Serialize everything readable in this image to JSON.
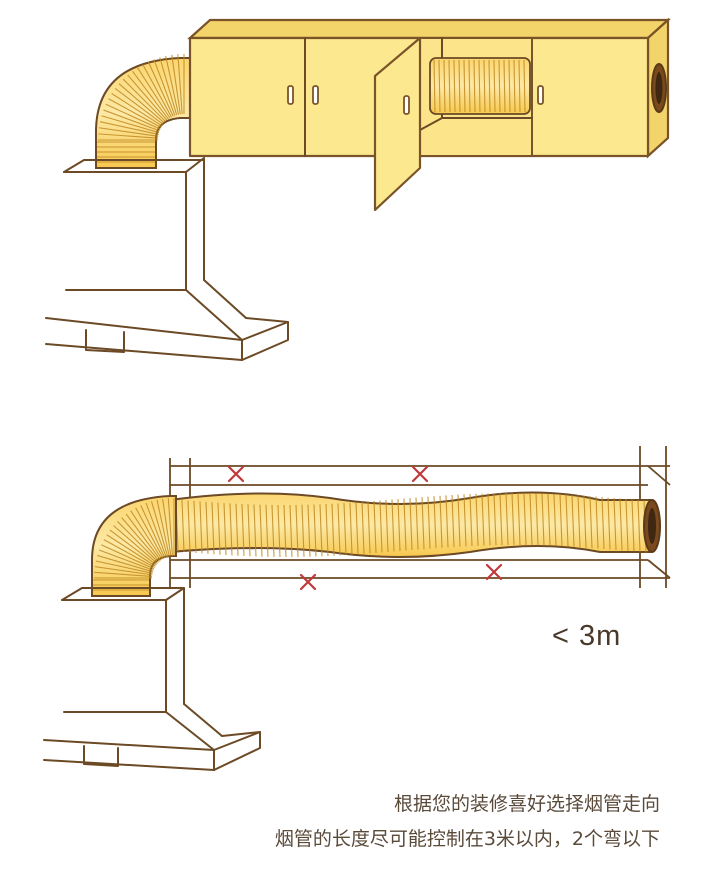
{
  "diagram": {
    "top_scene": {
      "description_label": ""
    },
    "bottom_scene": {
      "length_limit_label": "< 3m",
      "forbidden_marks": [
        "×",
        "×",
        "×",
        "×"
      ]
    },
    "captions": [
      "根据您的装修喜好选择烟管走向",
      "烟管的长度尽可能控制在3米以内，2个弯以下"
    ],
    "colors": {
      "duct_fill": "#fde8a0",
      "duct_rib": "#c08a23",
      "cabinet_fill": "#fce98f",
      "outline": "#6b4a25",
      "cross_mark": "#c0393b"
    }
  }
}
